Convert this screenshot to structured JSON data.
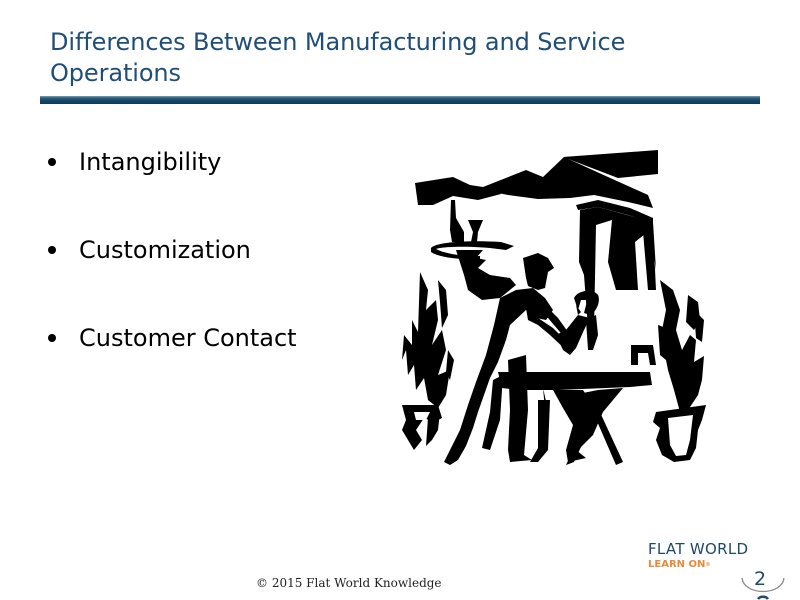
{
  "slide": {
    "title": "Differences Between Manufacturing and Service Operations",
    "bullets": [
      {
        "label": "Intangibility"
      },
      {
        "label": "Customization"
      },
      {
        "label": "Customer Contact"
      }
    ],
    "image": {
      "icon": "restaurant-waiter-clipart-icon",
      "description": "Black-and-white clip art of a waiter carrying a tray with bottle and glass past a seated diner at a table, under an awning, flanked by potted plants"
    }
  },
  "footer": {
    "copyright": "© 2015 Flat World Knowledge",
    "logo_main": "FLAT WORLD",
    "logo_tagline": "LEARN ON",
    "logo_tagline_mark": "®",
    "page_number": "2"
  },
  "colors": {
    "title": "#1f4e79",
    "rule": "#134563",
    "logo_main": "#1d4a6b",
    "logo_tagline": "#e98a3a",
    "text": "#000000"
  }
}
